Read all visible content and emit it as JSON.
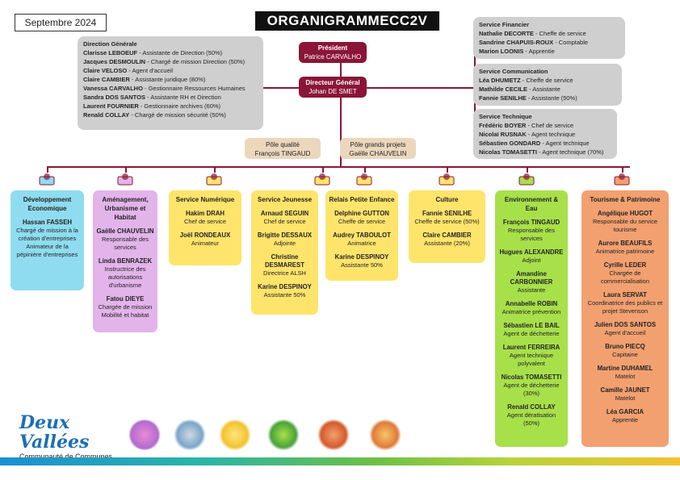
{
  "date": "Septembre 2024",
  "title": "ORGANIGRAMMECC2V",
  "president": {
    "title": "Président",
    "name": "Patrice CARVALHO"
  },
  "dg": {
    "title": "Directeur Général",
    "name": "Johan DE SMET"
  },
  "direction_generale": {
    "header": "Direction Générale",
    "members": [
      {
        "name": "Clarisse LEBOEUF",
        "role": " - Assistante de Direction (50%)"
      },
      {
        "name": "Jacques DESMOULIN",
        "role": " - Chargé de mission Direction (50%)"
      },
      {
        "name": "Claire VELOSO",
        "role": " - Agent d'accueil"
      },
      {
        "name": "Claire CAMBIER",
        "role": " - Assistante juridique (80%)"
      },
      {
        "name": "Vanessa CARVALHO",
        "role": " - Gestionnaire Ressources Humaines"
      },
      {
        "name": "Sandra DOS SANTOS",
        "role": " - Assistante RH et Direction"
      },
      {
        "name": "Laurent FOURNIER",
        "role": " - Gestionnaire archives (60%)"
      },
      {
        "name": "Renald COLLAY",
        "role": " - Chargé de mission sécurité (50%)"
      }
    ]
  },
  "service_financier": {
    "header": "Service Financier",
    "members": [
      {
        "name": "Nathalie DECORTE",
        "role": " - Cheffe de service"
      },
      {
        "name": "Sandrine CHAPUIS-ROUX",
        "role": " - Comptable"
      },
      {
        "name": "Marion LOONIS",
        "role": " - Apprentie"
      }
    ]
  },
  "service_communication": {
    "header": "Service Communication",
    "members": [
      {
        "name": "Léa DHUMETZ",
        "role": " - Cheffe de service"
      },
      {
        "name": "Mathilde CECILE",
        "role": " - Assistante"
      },
      {
        "name": "Fannie SENILHE",
        "role": " - Assistante (50%)"
      }
    ]
  },
  "service_technique": {
    "header": "Service Technique",
    "members": [
      {
        "name": "Frédéric BOYER",
        "role": " - Chef de service"
      },
      {
        "name": "Nicolaï RUSNAK",
        "role": " - Agent technique"
      },
      {
        "name": "Sébastien GONDARD",
        "role": " - Agent technique"
      },
      {
        "name": "Nicolas TOMASETTI",
        "role": " - Agent technique (70%)"
      }
    ]
  },
  "pole_qualite": {
    "title": "Pôle qualité",
    "name": "François TINGAUD"
  },
  "pole_projets": {
    "title": "Pôle grands projets",
    "name": "Gaëlle CHAUVELIN"
  },
  "columns": [
    {
      "header": "Développement Economique",
      "color": "#8fdcf0",
      "people": [
        {
          "name": "Hassan FASSEH",
          "role": "Chargé de mission à la création d'entreprises Animateur de la pépinière d'entreprises"
        }
      ]
    },
    {
      "header": "Aménagement, Urbanisme et Habitat",
      "color": "#e2b4ea",
      "people": [
        {
          "name": "Gaëlle CHAUVELIN",
          "role": "Responsable des services"
        },
        {
          "name": "Linda BENRAZEK",
          "role": "Instructrice des autorisations d'urbanisme"
        },
        {
          "name": "Fatou DIEYE",
          "role": "Chargée de mission Mobilité et habitat"
        }
      ]
    },
    {
      "header": "Service Numérique",
      "color": "#ffe46b",
      "people": [
        {
          "name": "Hakim DRAH",
          "role": "Chef de service"
        },
        {
          "name": "Joël RONDEAUX",
          "role": "Animateur"
        }
      ]
    },
    {
      "header": "Service Jeunesse",
      "color": "#ffe46b",
      "people": [
        {
          "name": "Arnaud SEGUIN",
          "role": "Chef de service"
        },
        {
          "name": "Brigitte DESSAUX",
          "role": "Adjointe"
        },
        {
          "name": "Christine DESMAREST",
          "role": "Directrice ALSH"
        },
        {
          "name": "Karine DESPINOY",
          "role": "Assistante 50%"
        }
      ]
    },
    {
      "header": "Relais Petite Enfance",
      "color": "#ffe46b",
      "people": [
        {
          "name": "Delphine GUTTON",
          "role": "Cheffe de service"
        },
        {
          "name": "Audrey TABOULOT",
          "role": "Animatrice"
        },
        {
          "name": "Karine DESPINOY",
          "role": "Assistante 50%"
        }
      ]
    },
    {
      "header": "Culture",
      "color": "#ffe46b",
      "people": [
        {
          "name": "Fannie SENILHE",
          "role": "Cheffe de service (50%)"
        },
        {
          "name": "Claire CAMBIER",
          "role": "Assistante (20%)"
        }
      ]
    },
    {
      "header": "Environnement & Eau",
      "color": "#a8e04a",
      "people": [
        {
          "name": "François TINGAUD",
          "role": "Responsable des services"
        },
        {
          "name": "Hugues ALEXANDRE",
          "role": "Adjoint"
        },
        {
          "name": "Amandine CARBONNIER",
          "role": "Assistante"
        },
        {
          "name": "Annabelle ROBIN",
          "role": "Animatrice prévention"
        },
        {
          "name": "Sébastien LE BAIL",
          "role": "Agent de déchetterie"
        },
        {
          "name": "Laurent FERREIRA",
          "role": "Agent technique polyvalent"
        },
        {
          "name": "Nicolas TOMASETTI",
          "role": "Agent de déchetterie (30%)"
        },
        {
          "name": "Renald COLLAY",
          "role": "Agent dératisation (50%)"
        }
      ]
    },
    {
      "header": "Tourisme & Patrimoine",
      "color": "#f2a070",
      "people": [
        {
          "name": "Angélique HUGOT",
          "role": "Responsable du service tourisme"
        },
        {
          "name": "Aurore BEAUFILS",
          "role": "Animatrice patrimoine"
        },
        {
          "name": "Cyrille LEDER",
          "role": "Chargée de commercialisation"
        },
        {
          "name": "Laura SERVAT",
          "role": "Coordinatrice des publics et projet Stevenson"
        },
        {
          "name": "Julien DOS SANTOS",
          "role": "Agent d'accueil"
        },
        {
          "name": "Bruno PIECQ",
          "role": "Capitaine"
        },
        {
          "name": "Martine DUHAMEL",
          "role": "Matelot"
        },
        {
          "name": "Camille JAUNET",
          "role": "Matelot"
        },
        {
          "name": "Léa GARCIA",
          "role": "Apprentie"
        }
      ]
    }
  ],
  "logo": {
    "name": "Deux Vallées",
    "subtitle": "Communauté de Communes"
  },
  "accent_color": "#8a1538"
}
